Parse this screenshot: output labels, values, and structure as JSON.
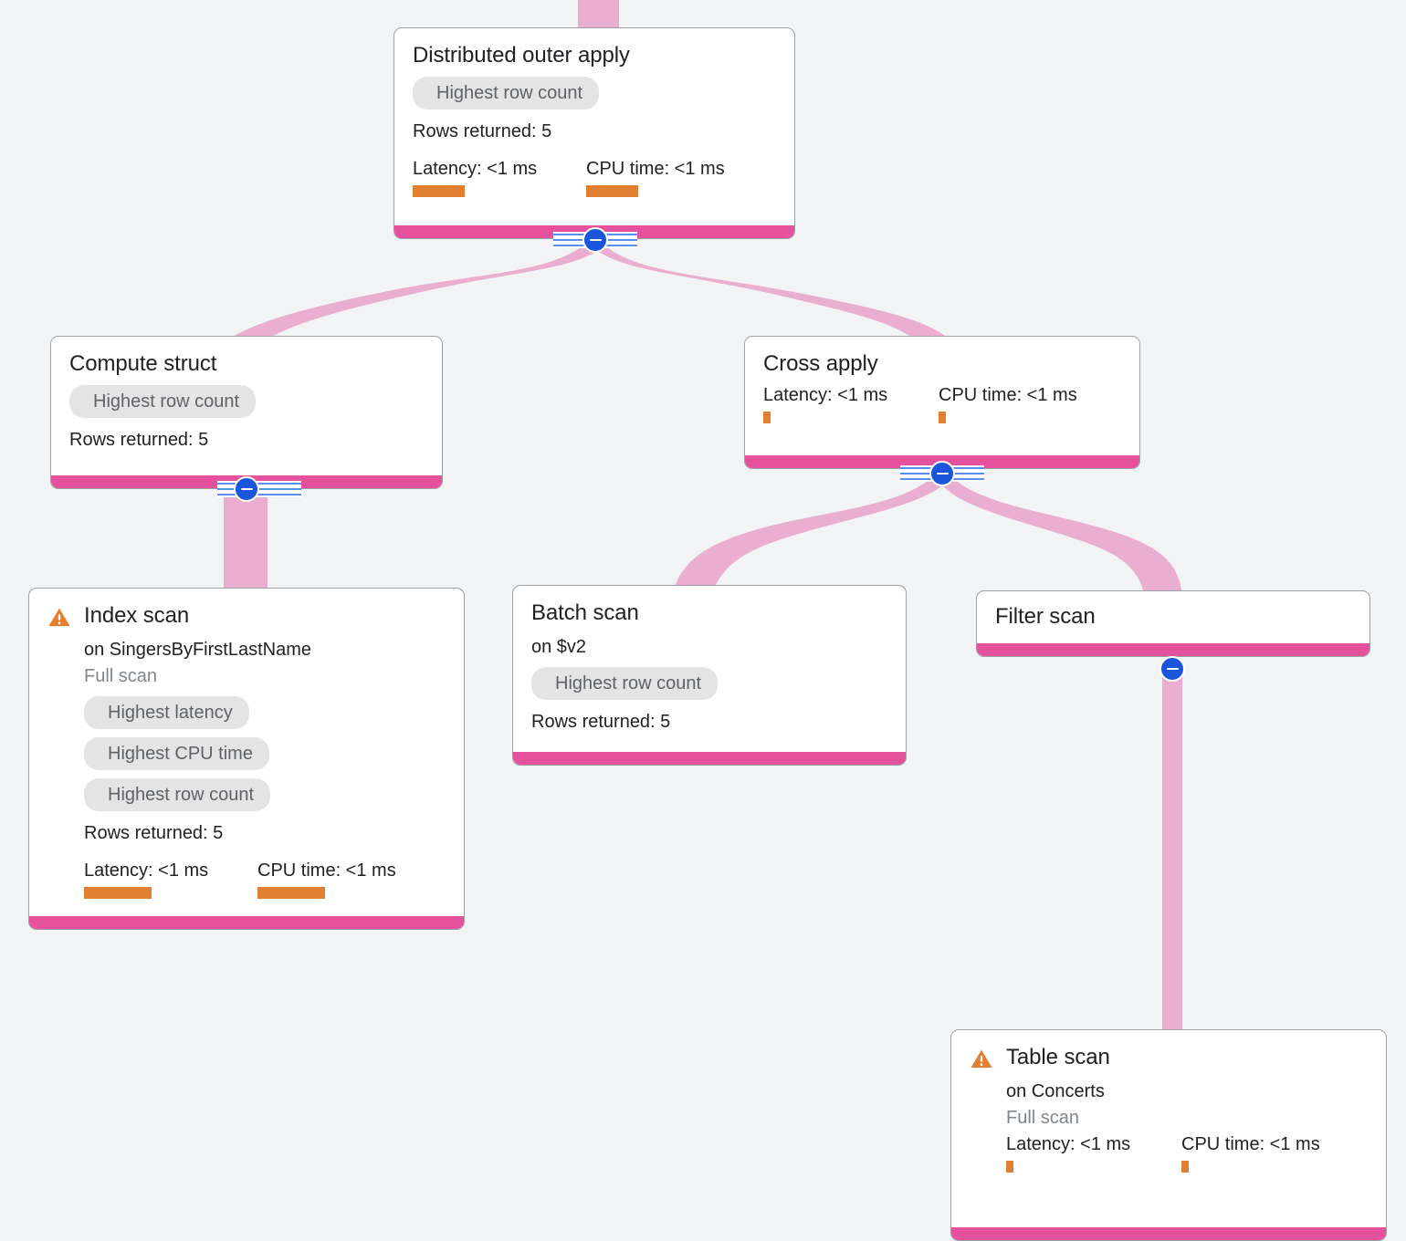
{
  "theme": {
    "page_background": "#f1f3f4",
    "node_background": "#ffffff",
    "node_border": "#9aa0a6",
    "node_bar": "#e5519c",
    "edge": "#eaafd0",
    "badge_background": "#e4e4e4",
    "badge_text": "#5f6368",
    "metric_bar": "#e08030",
    "warning": "#e08030",
    "toggle": "#1a56db"
  },
  "labels": {
    "rows_returned_prefix": "Rows returned:",
    "latency_prefix": "Latency:",
    "cpu_prefix": "CPU time:",
    "full_scan": "Full scan",
    "collapse_icon": "minus-circle-icon",
    "warning_icon": "warning-triangle-icon"
  },
  "nodes": [
    {
      "id": "distributed-outer-apply",
      "title": "Distributed outer apply",
      "warning": false,
      "subtitle": null,
      "full_scan": false,
      "badges": [
        "Highest row count"
      ],
      "rows_returned": "Rows returned: 5",
      "latency": "Latency: <1 ms",
      "cpu": "CPU time: <1 ms",
      "has_toggle": true
    },
    {
      "id": "compute-struct",
      "title": "Compute struct",
      "warning": false,
      "subtitle": null,
      "full_scan": false,
      "badges": [
        "Highest row count"
      ],
      "rows_returned": "Rows returned: 5",
      "latency": null,
      "cpu": null,
      "has_toggle": true
    },
    {
      "id": "cross-apply",
      "title": "Cross apply",
      "warning": false,
      "subtitle": null,
      "full_scan": false,
      "badges": [],
      "rows_returned": null,
      "latency": "Latency: <1 ms",
      "cpu": "CPU time: <1 ms",
      "has_toggle": true
    },
    {
      "id": "index-scan",
      "title": "Index scan",
      "warning": true,
      "subtitle": "on SingersByFirstLastName",
      "full_scan": true,
      "badges": [
        "Highest latency",
        "Highest CPU time",
        "Highest row count"
      ],
      "rows_returned": "Rows returned: 5",
      "latency": "Latency: <1 ms",
      "cpu": "CPU time: <1 ms",
      "has_toggle": false
    },
    {
      "id": "batch-scan",
      "title": "Batch scan",
      "warning": false,
      "subtitle": "on $v2",
      "full_scan": false,
      "badges": [
        "Highest row count"
      ],
      "rows_returned": "Rows returned: 5",
      "latency": null,
      "cpu": null,
      "has_toggle": false
    },
    {
      "id": "filter-scan",
      "title": "Filter scan",
      "warning": false,
      "subtitle": null,
      "full_scan": false,
      "badges": [],
      "rows_returned": null,
      "latency": null,
      "cpu": null,
      "has_toggle": true
    },
    {
      "id": "table-scan",
      "title": "Table scan",
      "warning": true,
      "subtitle": "on Concerts",
      "full_scan": true,
      "badges": [],
      "rows_returned": null,
      "latency": "Latency: <1 ms",
      "cpu": "CPU time: <1 ms",
      "has_toggle": false
    }
  ]
}
